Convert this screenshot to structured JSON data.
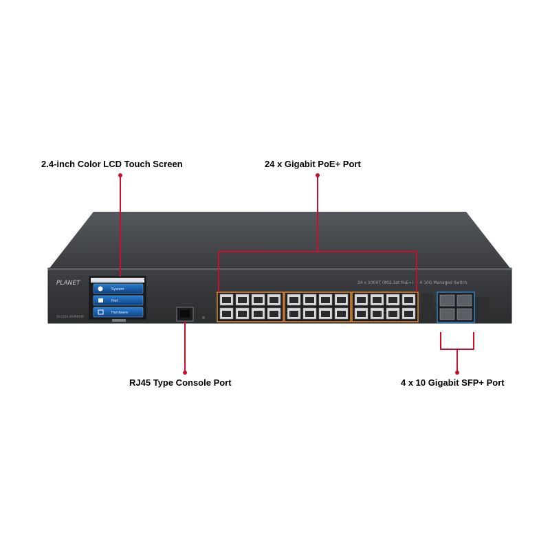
{
  "callouts": {
    "lcd": "2.4-inch Color LCD Touch Screen",
    "poe": "24 x Gigabit PoE+ Port",
    "console": "RJ45 Type Console Port",
    "sfp": "4 x 10 Gigabit SFP+ Port"
  },
  "device": {
    "brand": "PLANET",
    "model": "GS-5220-24UP4XVR",
    "description": "24 x 1000T (802.3at PoE+) + 4 10G Managed Switch",
    "lcd_menu": [
      "System",
      "Port",
      "Hardware"
    ]
  },
  "colors": {
    "accent": "#c8102e",
    "chassis": "#3d3e40",
    "port_highlight": "#e08a2a",
    "sfp_highlight": "#2f86c8"
  }
}
